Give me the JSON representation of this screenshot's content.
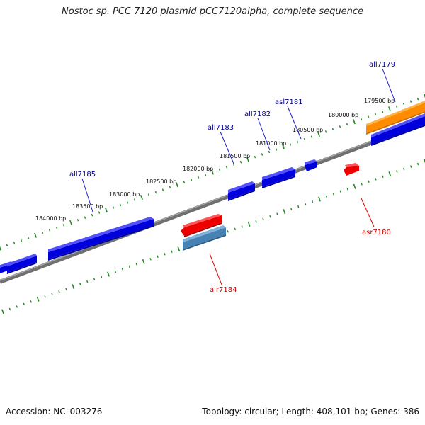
{
  "title": "Nostoc sp. PCC 7120 plasmid pCC7120alpha, complete sequence",
  "footer": {
    "accession": "Accession: NC_003276",
    "summary": "Topology: circular; Length: 408,101 bp; Genes: 386"
  },
  "colors": {
    "backbone": "#808080",
    "tick": "#228b22",
    "gene_forward": "#0000ff",
    "gene_reverse": "#ff0000",
    "gene_highlight_orange": "#ff8c00",
    "gene_highlight_steel": "#4682b4",
    "label_forward": "#00008b",
    "label_reverse": "#cc0000"
  },
  "ruler": {
    "labels": [
      "184000 bp",
      "183500 bp",
      "183000 bp",
      "182500 bp",
      "182000 bp",
      "181500 bp",
      "181000 bp",
      "180500 bp",
      "180000 bp",
      "179500 bp"
    ]
  },
  "genes": [
    {
      "name": "all7179",
      "strand": "forward"
    },
    {
      "name": "asr7180",
      "strand": "reverse"
    },
    {
      "name": "asl7181",
      "strand": "forward"
    },
    {
      "name": "all7182",
      "strand": "forward"
    },
    {
      "name": "all7183",
      "strand": "forward"
    },
    {
      "name": "alr7184",
      "strand": "reverse"
    },
    {
      "name": "all7185",
      "strand": "forward"
    }
  ]
}
